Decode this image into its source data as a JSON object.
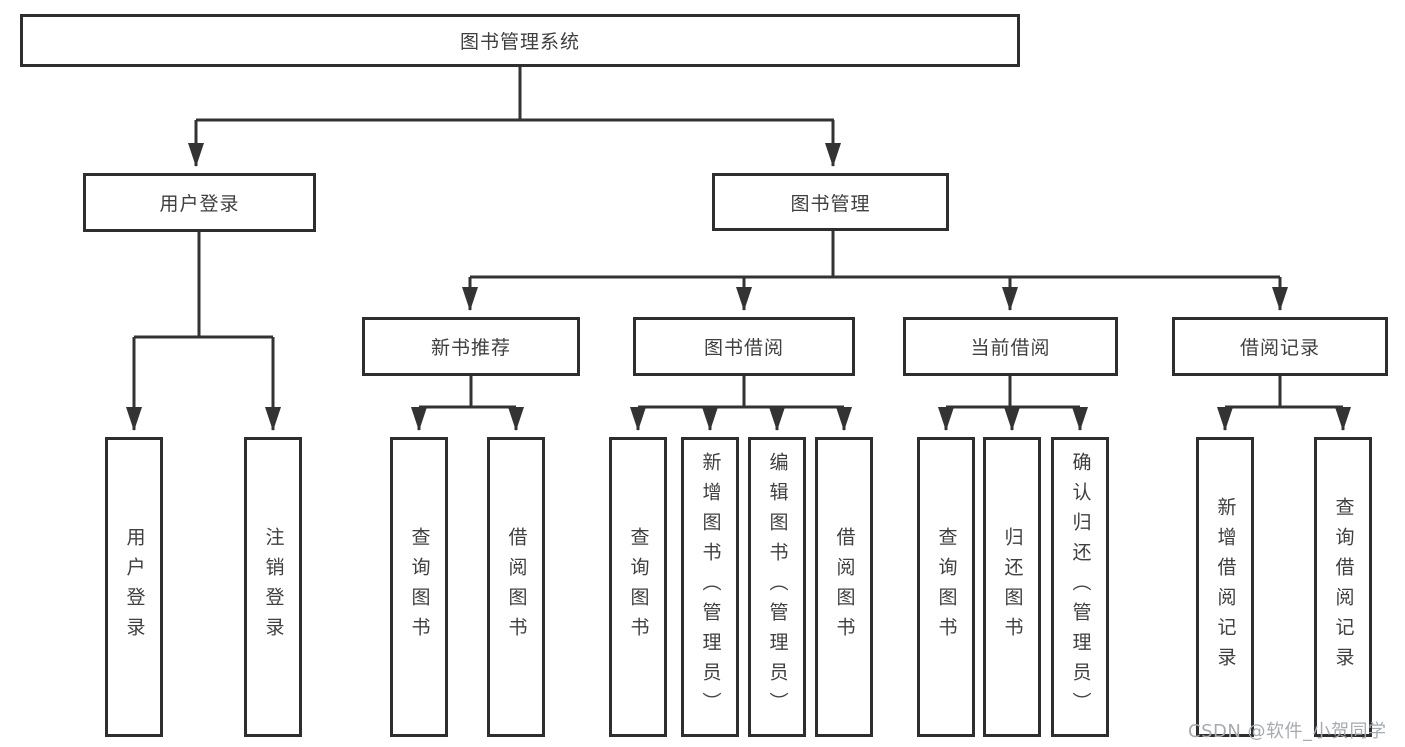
{
  "diagram_type": "hierarchy-tree",
  "colors": {
    "background": "#ffffff",
    "box_border": "#2e2e2e",
    "connector_line": "#333333",
    "arrowhead": "#333333",
    "text": "#3f3f3f",
    "watermark": "#a6abb0"
  },
  "tree": {
    "root": {
      "label": "图书管理系统",
      "children": [
        {
          "label": "用户登录",
          "children": [
            {
              "label": "用户登录"
            },
            {
              "label": "注销登录"
            }
          ]
        },
        {
          "label": "图书管理",
          "children": [
            {
              "label": "新书推荐",
              "children": [
                {
                  "label": "查询图书"
                },
                {
                  "label": "借阅图书"
                }
              ]
            },
            {
              "label": "图书借阅",
              "children": [
                {
                  "label": "查询图书"
                },
                {
                  "label": "新增图书（管理员）"
                },
                {
                  "label": "编辑图书（管理员）"
                },
                {
                  "label": "借阅图书"
                }
              ]
            },
            {
              "label": "当前借阅",
              "children": [
                {
                  "label": "查询图书"
                },
                {
                  "label": "归还图书"
                },
                {
                  "label": "确认归还（管理员）"
                }
              ]
            },
            {
              "label": "借阅记录",
              "children": [
                {
                  "label": "新增借阅记录"
                },
                {
                  "label": "查询借阅记录"
                }
              ]
            }
          ]
        }
      ]
    }
  },
  "watermark": {
    "text": "CSDN @软件_小贺同学"
  }
}
